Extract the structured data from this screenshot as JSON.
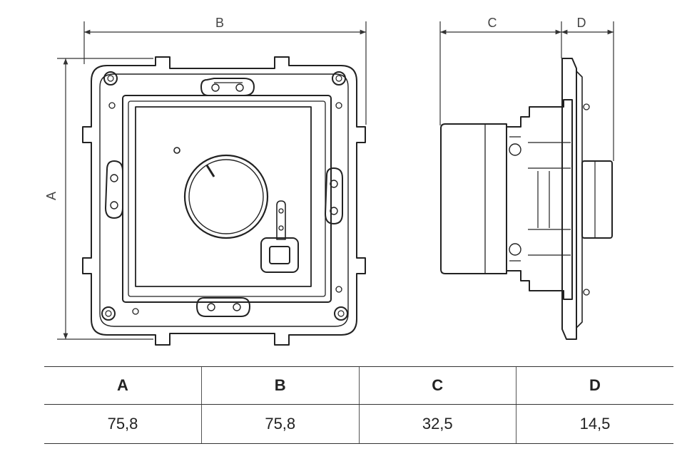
{
  "dimension_labels": {
    "a": "A",
    "b": "B",
    "c": "C",
    "d": "D"
  },
  "table": {
    "headers": [
      "A",
      "B",
      "C",
      "D"
    ],
    "values": [
      "75,8",
      "75,8",
      "32,5",
      "14,5"
    ]
  }
}
